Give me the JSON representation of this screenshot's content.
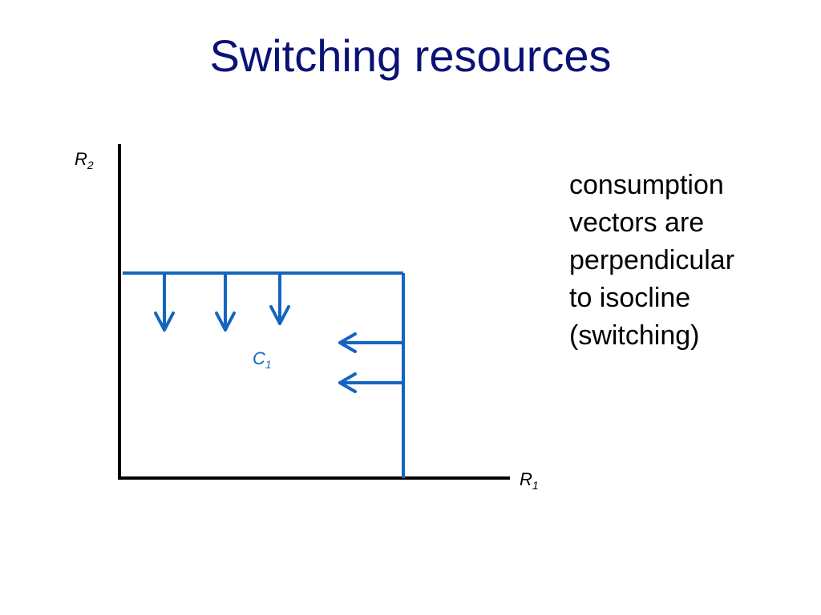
{
  "slide": {
    "title": "Switching resources"
  },
  "diagram": {
    "y_axis_label": {
      "main": "R",
      "sub": "2"
    },
    "x_axis_label": {
      "main": "R",
      "sub": "1"
    },
    "region_label": {
      "main": "C",
      "sub": "1"
    },
    "colors": {
      "axis": "#000000",
      "isocline": "#1565c0"
    }
  },
  "caption": {
    "lines": [
      "consumption",
      "vectors are",
      "perpendicular",
      "to isocline",
      "(switching)"
    ]
  }
}
